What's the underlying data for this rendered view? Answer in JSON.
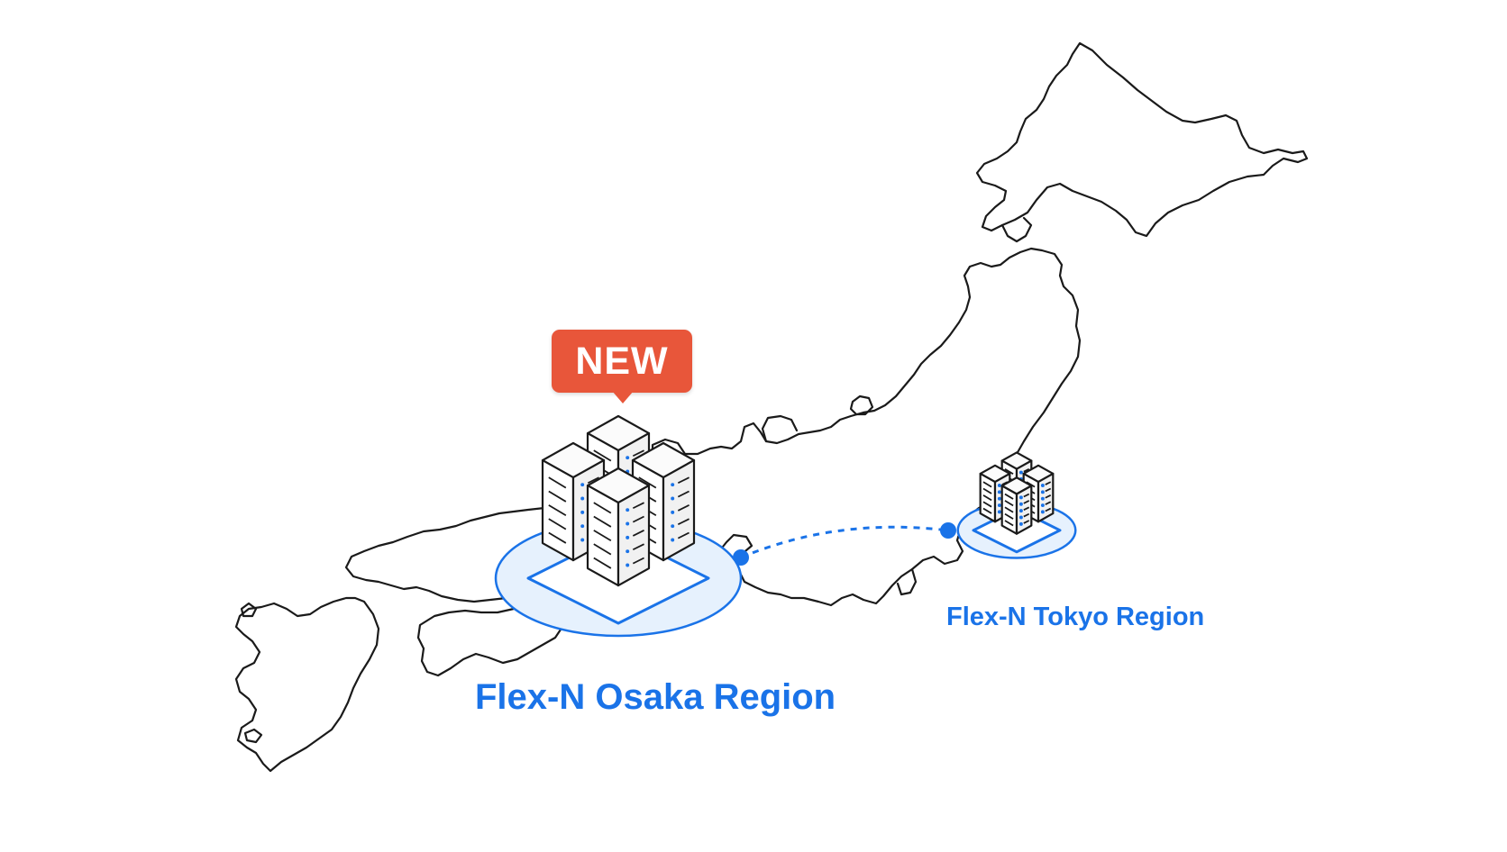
{
  "colors": {
    "accent_blue": "#1a73e8",
    "region_fill": "#e6f1fd",
    "badge_red": "#e8563a",
    "coast_line": "#1a1a1a"
  },
  "badge": {
    "text": "NEW",
    "icon": "speech-bubble-badge"
  },
  "regions": {
    "osaka": {
      "label": "Flex-N Osaka Region",
      "icon": "datacenter-cluster-icon"
    },
    "tokyo": {
      "label": "Flex-N Tokyo Region",
      "icon": "datacenter-cluster-icon"
    }
  },
  "connection": {
    "style": "dashed",
    "icon": "network-link"
  },
  "map": {
    "country": "Japan outline",
    "icon": "japan-map-outline"
  }
}
